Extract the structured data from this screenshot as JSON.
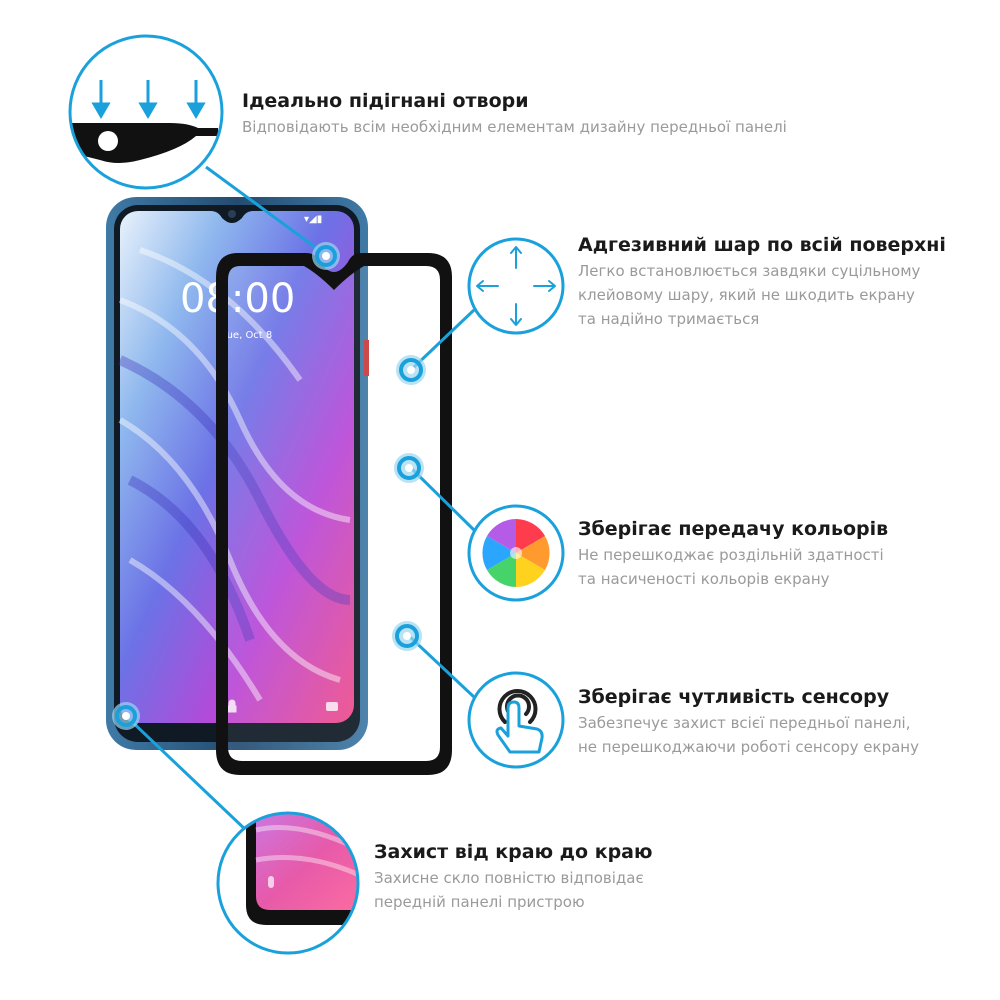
{
  "phone": {
    "clock": "08:00",
    "date": "Tue, Oct 8"
  },
  "colors": {
    "accent": "#1aa1dc",
    "glass_frame": "#111111",
    "phone_body": "#2d5f86",
    "title": "#1a1a1a",
    "description": "#9a9a9a"
  },
  "features": [
    {
      "icon": "arrows-down-cutout-icon",
      "title": "Ідеально підігнані отвори",
      "lines": [
        "Відповідають всім необхідним елементам дизайну передньої панелі"
      ]
    },
    {
      "icon": "move-arrows-icon",
      "title": "Адгезивний шар по всій поверхні",
      "lines": [
        "Легко встановлюється завдяки суцільному",
        "клейовому шару, який не шкодить екрану",
        "та надійно тримається"
      ]
    },
    {
      "icon": "color-wheel-icon",
      "title": "Зберігає передачу кольорів",
      "lines": [
        "Не перешкоджає роздільній здатності",
        "та насиченості кольорів екрану"
      ]
    },
    {
      "icon": "touch-finger-icon",
      "title": "Зберігає чутливість сенсору",
      "lines": [
        "Забезпечує захист всієї передньої панелі,",
        "не перешкоджаючи роботі сенсору екрану"
      ]
    },
    {
      "icon": "edge-zoom-icon",
      "title": "Захист від краю до краю",
      "lines": [
        "Захисне скло повністю відповідає",
        "передній панелі пристрою"
      ]
    }
  ]
}
